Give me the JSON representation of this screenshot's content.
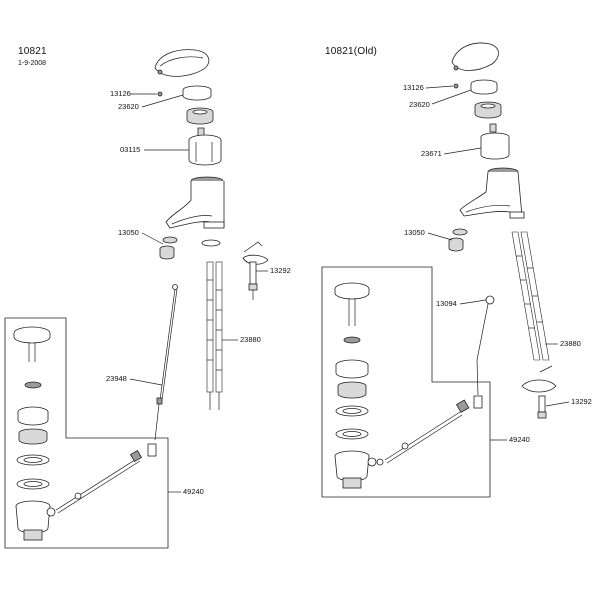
{
  "left": {
    "title": "10821",
    "date": "1-9-2008",
    "labels": {
      "l13126": "13126",
      "l23620": "23620",
      "l03115": "03115",
      "l13050": "13050",
      "l13292": "13292",
      "l23880": "23880",
      "l23948": "23948",
      "l49240": "49240"
    }
  },
  "right": {
    "title": "10821(Old)",
    "labels": {
      "l13126": "13126",
      "l23620": "23620",
      "l23671": "23671",
      "l13050": "13050",
      "l13094": "13094",
      "l23880": "23880",
      "l13292": "13292",
      "l49240": "49240"
    }
  }
}
